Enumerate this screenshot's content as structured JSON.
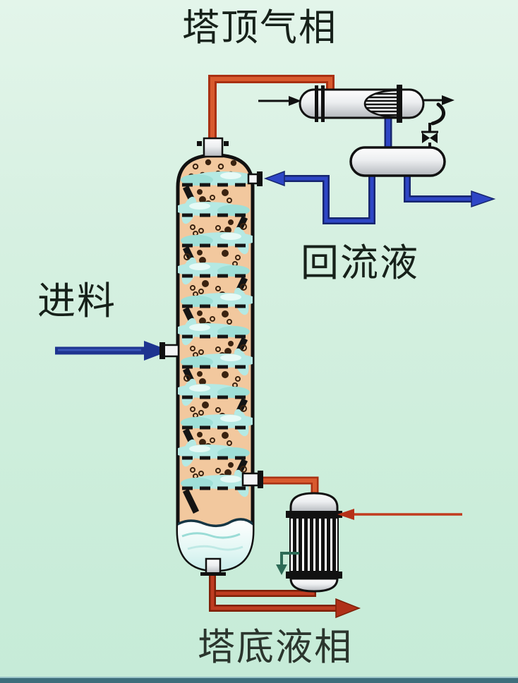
{
  "labels": {
    "top_vapor": "塔顶气相",
    "feed": "进料",
    "reflux": "回流液",
    "bottom_liquid": "塔底液相"
  },
  "equipment_icons": {
    "column": "distillation-column-with-trays",
    "condenser": "shell-and-tube-condenser",
    "drum": "reflux-drum",
    "reboiler": "vertical-tube-reboiler",
    "valve": "vent-valve"
  },
  "colors": {
    "background": "#d6f0e1",
    "vapor_pipe": "#d85a2e",
    "vapor_pipe_edge": "#a93012",
    "liquid_pipe": "#2e46c6",
    "liquid_pipe_edge": "#17266f",
    "feed_arrow": "#1e3490",
    "bottoms_pipe": "#bf3d22",
    "bottoms_pipe_edge": "#7e2008",
    "steam_arrow": "#c23b1e",
    "condensate_arrow": "#2e6b57",
    "column_interior": "#f2c89e",
    "froth": "#b5e9e3",
    "froth_dark": "#9fdfd7",
    "froth_light": "#e7faf6",
    "bubble_dot": "#3b2310",
    "vessel_outline": "#111111",
    "text": "#17211a",
    "bottom_bar": "#3e6e7c"
  }
}
